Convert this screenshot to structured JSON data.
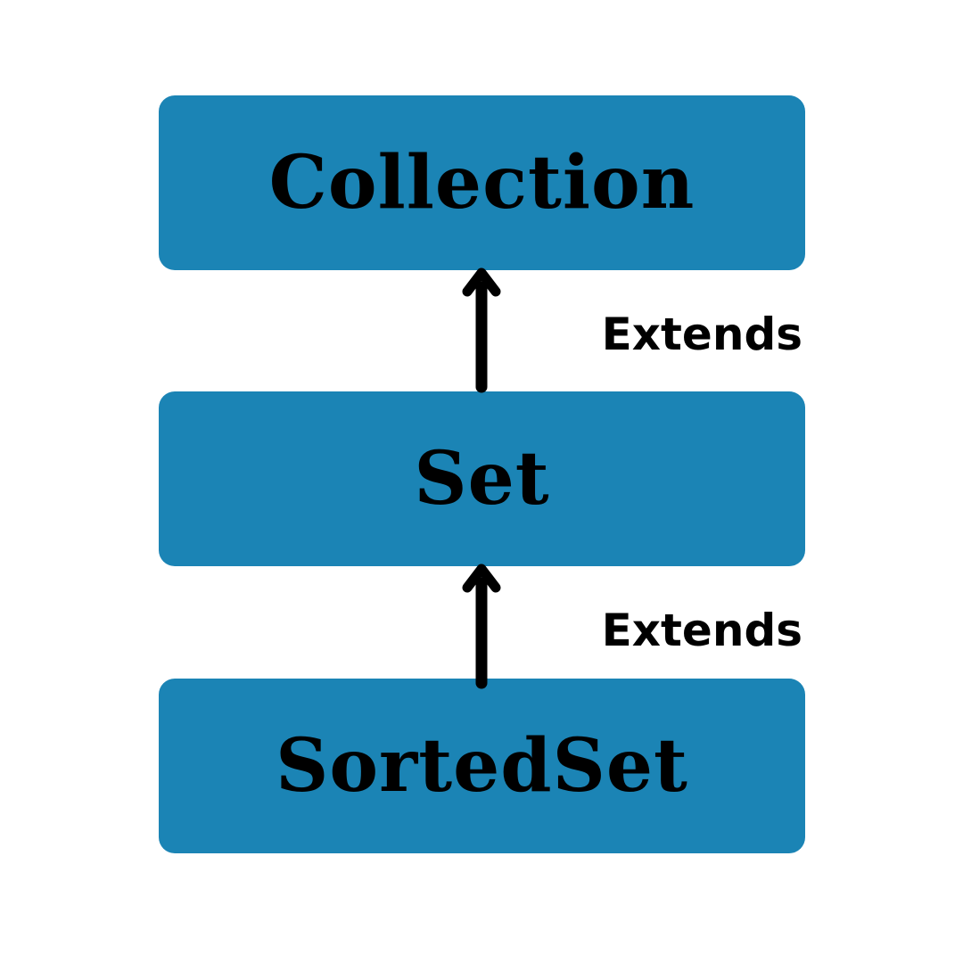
{
  "colors": {
    "node_fill": "#1b84b5",
    "text": "#000000",
    "arrow": "#000000",
    "background": "#ffffff"
  },
  "nodes": [
    {
      "id": "collection",
      "label": "Collection"
    },
    {
      "id": "set",
      "label": "Set"
    },
    {
      "id": "sortedset",
      "label": "SortedSet"
    }
  ],
  "edges": [
    {
      "from": "set",
      "to": "collection",
      "label": "Extends"
    },
    {
      "from": "sortedset",
      "to": "set",
      "label": "Extends"
    }
  ]
}
